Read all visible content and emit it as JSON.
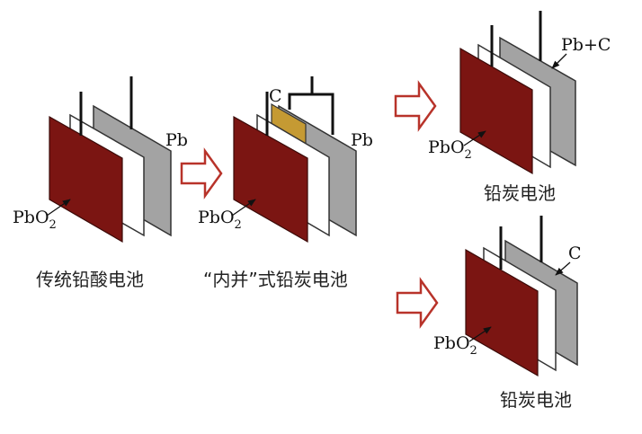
{
  "colors": {
    "pbo2_plate": "#7b1512",
    "separator": "#ffffff",
    "pb_plate": "#a3a3a3",
    "carbon": "#c59a33",
    "arrow_outline": "#b8332a"
  },
  "panels": {
    "traditional": {
      "caption": "传统铅酸电池",
      "neg_label": "Pb",
      "pos_label": "PbO",
      "pos_sub": "2"
    },
    "internal": {
      "caption": "“内并”式铅炭电池",
      "neg_label": "Pb",
      "carbon_label": "C",
      "pos_label": "PbO",
      "pos_sub": "2"
    },
    "lead_carbon_mixed": {
      "caption": "铅炭电池",
      "neg_label": "Pb+C",
      "pos_label": "PbO",
      "pos_sub": "2"
    },
    "lead_carbon_c": {
      "caption": "铅炭电池",
      "neg_label": "C",
      "pos_label": "PbO",
      "pos_sub": "2"
    }
  },
  "arrows": [
    "arrow-right-icon",
    "arrow-right-icon",
    "arrow-right-icon"
  ]
}
